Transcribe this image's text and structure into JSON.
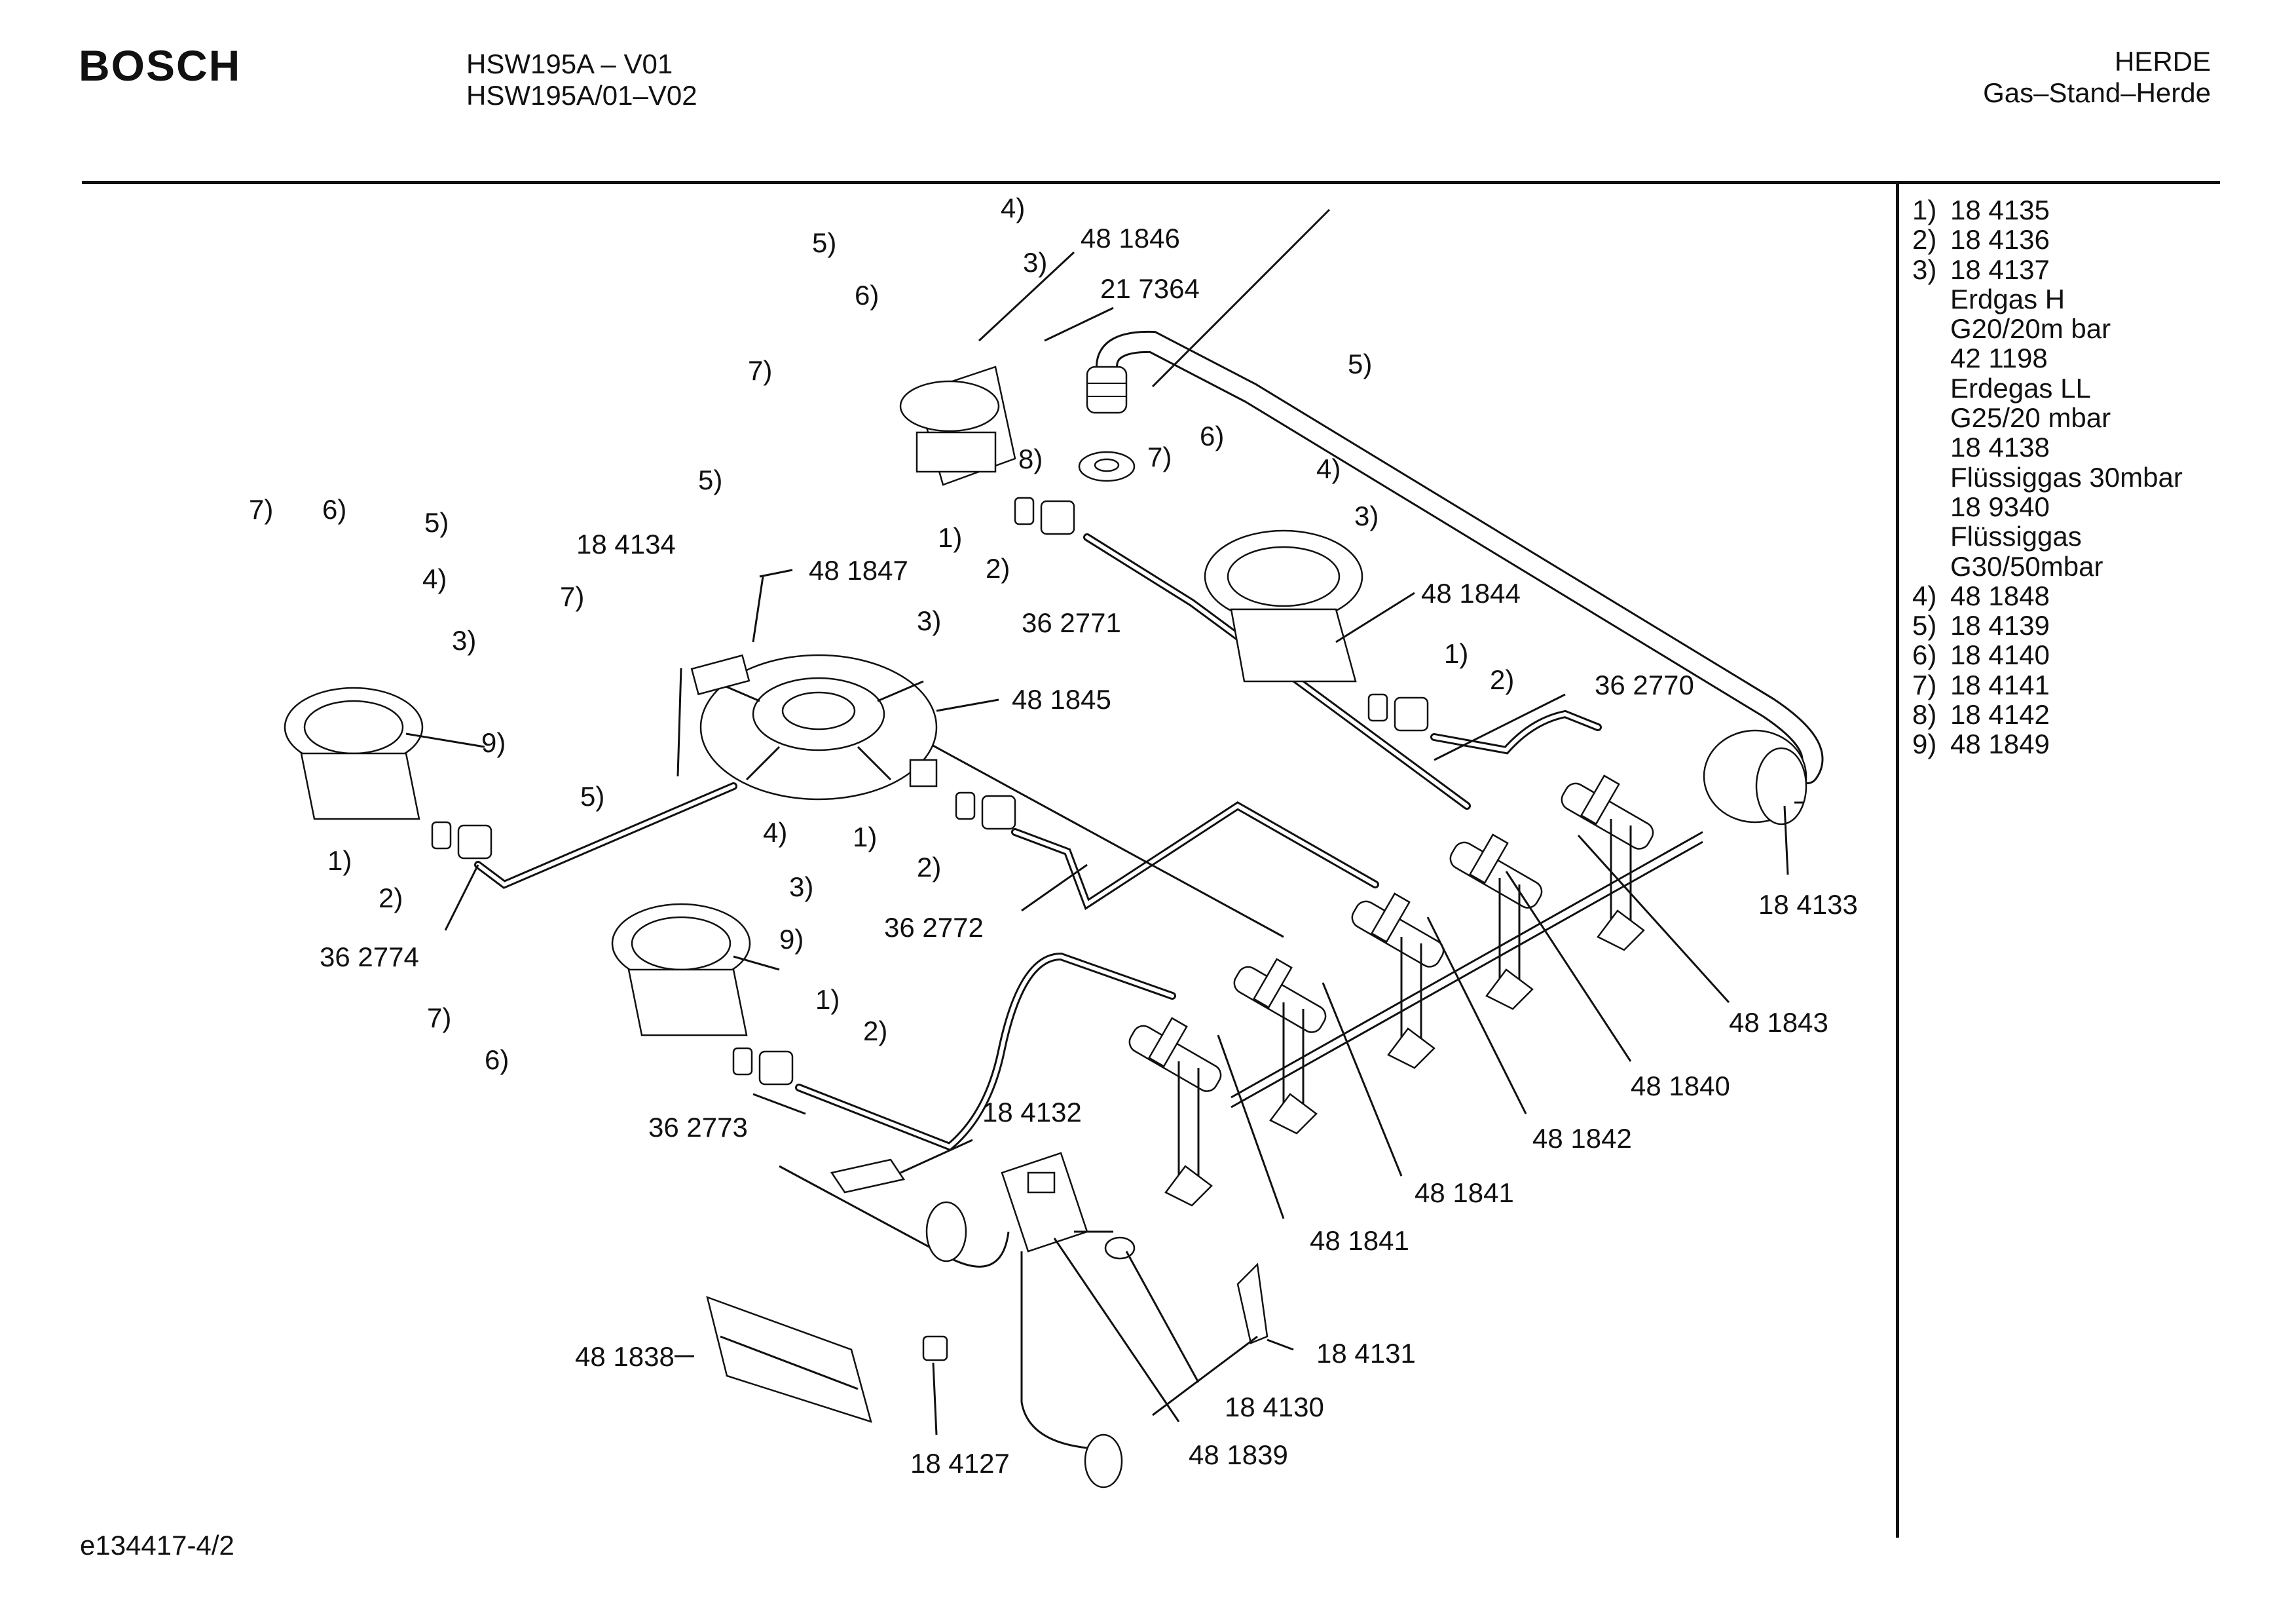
{
  "header": {
    "brand": "BOSCH",
    "model_line1": "HSW195A – V01",
    "model_line2": "HSW195A/01–V02",
    "category_line1": "HERDE",
    "category_line2": "Gas–Stand–Herde"
  },
  "legend": {
    "rows": [
      {
        "num": "1)",
        "text": "18 4135"
      },
      {
        "num": "2)",
        "text": "18 4136"
      },
      {
        "num": "3)",
        "text": "18 4137"
      },
      {
        "num": "",
        "text": "Erdgas H"
      },
      {
        "num": "",
        "text": "G20/20m bar"
      },
      {
        "num": "",
        "text": "42 1198"
      },
      {
        "num": "",
        "text": "Erdegas LL"
      },
      {
        "num": "",
        "text": "G25/20 mbar"
      },
      {
        "num": "",
        "text": "18 4138"
      },
      {
        "num": "",
        "text": "Flüssiggas 30mbar"
      },
      {
        "num": "",
        "text": "18 9340"
      },
      {
        "num": "",
        "text": "Flüssiggas"
      },
      {
        "num": "",
        "text": "G30/50mbar"
      },
      {
        "num": "4)",
        "text": "48 1848"
      },
      {
        "num": "5)",
        "text": "18 4139"
      },
      {
        "num": "6)",
        "text": "18 4140"
      },
      {
        "num": "7)",
        "text": "18 4141"
      },
      {
        "num": "8)",
        "text": "18 4142"
      },
      {
        "num": "9)",
        "text": "48 1849"
      }
    ]
  },
  "diagram_labels": {
    "p481846": "48 1846",
    "p217364": "21 7364",
    "p184134": "18 4134",
    "p481847": "48 1847",
    "p362771": "36 2771",
    "p481844": "48 1844",
    "p481845": "48 1845",
    "p362770": "36 2770",
    "p184133": "18 4133",
    "p362772": "36 2772",
    "p362774": "36 2774",
    "p362773": "36 2773",
    "p481843": "48 1843",
    "p481840": "48 1840",
    "p481842": "48 1842",
    "p481841a": "48 1841",
    "p481841b": "48 1841",
    "p184132": "18 4132",
    "p481838": "48 1838",
    "p184131": "18 4131",
    "p184130": "18 4130",
    "p481839": "48 1839",
    "p184127": "18 4127",
    "ref1": "1)",
    "ref2": "2)",
    "ref3": "3)",
    "ref4": "4)",
    "ref5": "5)",
    "ref6": "6)",
    "ref7": "7)",
    "ref8": "8)",
    "ref9": "9)"
  },
  "footer": {
    "code": "e134417-4/2"
  }
}
